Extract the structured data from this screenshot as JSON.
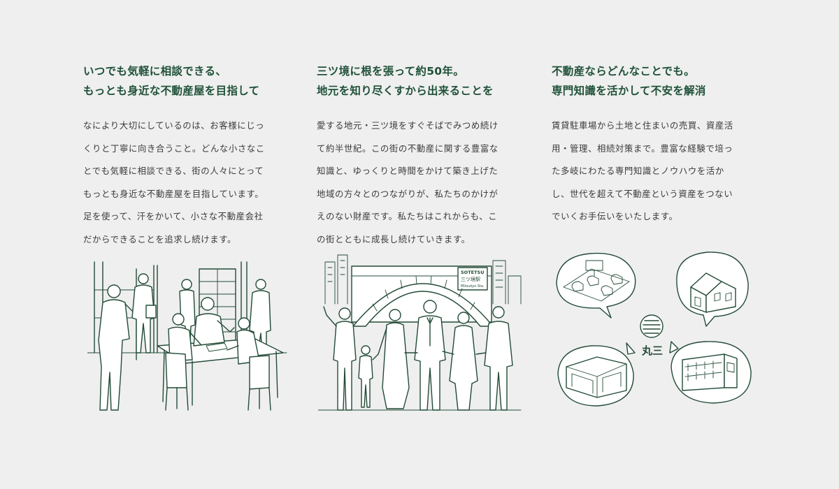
{
  "columns": [
    {
      "heading": [
        "いつでも気軽に相談できる、",
        "もっとも身近な不動産屋を目指して"
      ],
      "body": [
        "なにより大切にしているのは、お客様にじっ",
        "くりと丁寧に向き合うこと。どんな小さなこ",
        "とでも気軽に相談できる、街の人々にとって",
        "もっとも身近な不動産屋を目指しています。",
        "足を使って、汗をかいて、小さな不動産会社",
        "だからできることを追求し続けます。"
      ]
    },
    {
      "heading": [
        "三ツ境に根を張って約50年。",
        "地元を知り尽くすから出来ることを"
      ],
      "body": [
        "愛する地元・三ツ境をすぐそばでみつめ続け",
        "て約半世紀。この街の不動産に関する豊富な",
        "知識と、ゆっくりと時間をかけて築き上げた",
        "地域の方々とのつながりが、私たちのかけが",
        "えのない財産です。私たちはこれからも、こ",
        "の街とともに成長し続けていきます。"
      ]
    },
    {
      "heading": [
        "不動産ならどんなことでも。",
        "専門知識を活かして不安を解消"
      ],
      "body": [
        "賃貸駐車場から土地と住まいの売買、資産活",
        "用・管理、相続対策まで。豊富な経験で培っ",
        "た多岐にわたる専門知識とノウハウを活か",
        "し、世代を超えて不動産という資産をつない",
        "でいくお手伝いをいたします。"
      ]
    }
  ],
  "station_sign": {
    "brand": "SOTETSU",
    "name_jp": "三ツ境駅",
    "name_en": "Mitsukyo Sta."
  },
  "logo_text": "丸三",
  "colors": {
    "heading": "#1f5139",
    "line_art": "#234b37",
    "background": "#efefef"
  }
}
